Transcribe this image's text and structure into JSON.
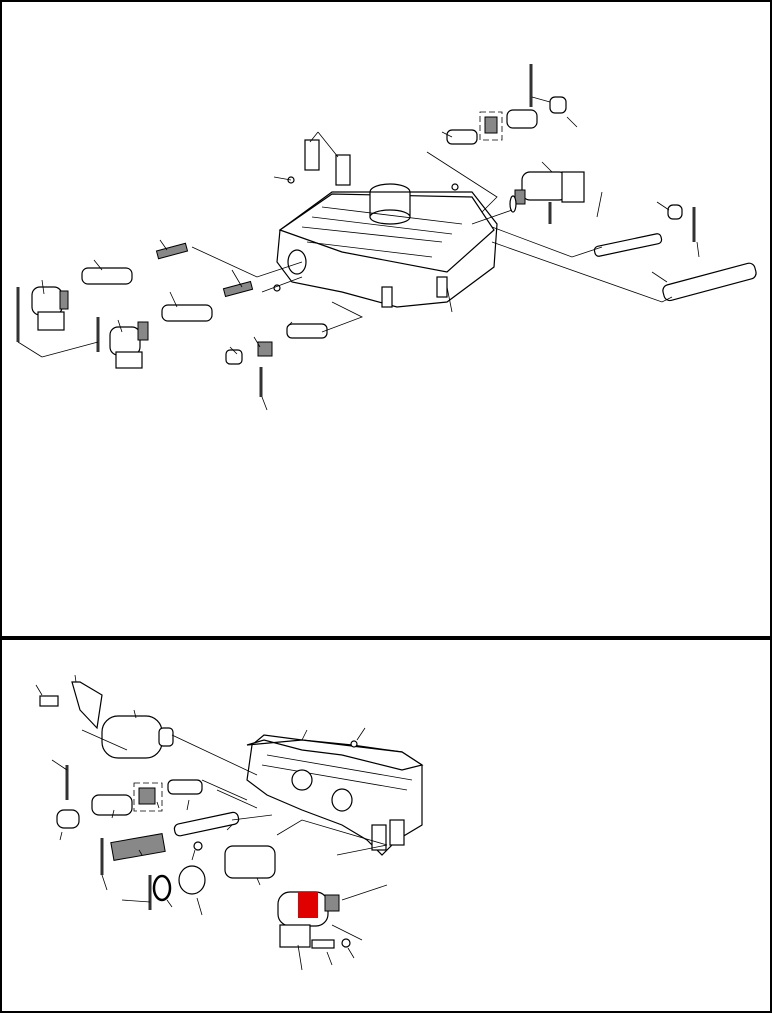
{
  "colors": {
    "line": "#000000",
    "highlight": "#e00000",
    "background": "#ffffff"
  },
  "top_panel": {
    "parts": [
      "valve-body",
      "solenoid",
      "solenoid",
      "valve",
      "valve",
      "spring",
      "spring",
      "pin",
      "check-ball",
      "clip",
      "shift-valve",
      "accumulator-valve"
    ]
  },
  "bottom_panel": {
    "parts": [
      "valve-body",
      "pressure-solenoid",
      "bracket",
      "bolt",
      "valve",
      "spring",
      "filter-screen",
      "plug",
      "o-ring",
      "pin",
      "solenoid-highlighted",
      "washer"
    ]
  }
}
